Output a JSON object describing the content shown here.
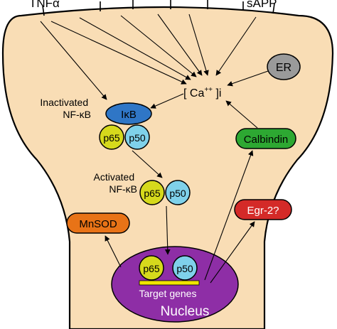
{
  "labels": {
    "tnf": "TNFα",
    "sapp": "sAPP",
    "ca": "[ Ca",
    "ca_sup": "++",
    "ca_end": " ]i",
    "er": "ER",
    "inactivated_line1": "Inactivated",
    "inactivated_line2": "NF-κB",
    "ikb": "IκB",
    "p65": "p65",
    "p50": "p50",
    "activated_line1": "Activated",
    "activated_line2": "NF-κB",
    "calbindin": "Calbindin",
    "mnsod": "MnSOD",
    "egr2": "Egr-2?",
    "target_genes": "Target genes",
    "nucleus": "Nucleus"
  },
  "colors": {
    "cell_fill": "#f9ddb5",
    "ikb": "#2f76c6",
    "p65": "#d6d91c",
    "p50": "#7fd1ea",
    "er": "#9a9a9a",
    "calbindin": "#2da832",
    "mnsod": "#e87317",
    "egr2": "#d42a28",
    "nucleus": "#8e2ea6",
    "target_bar": "#f0e400"
  }
}
